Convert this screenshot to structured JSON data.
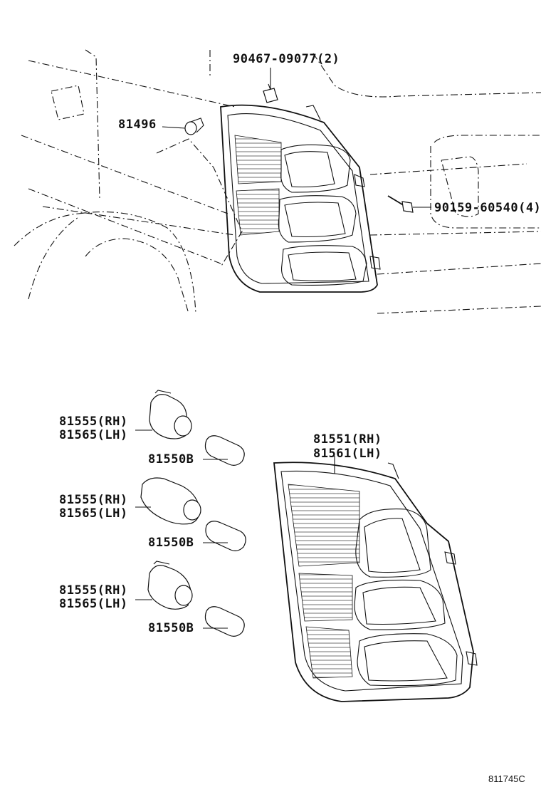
{
  "labels": {
    "clip_top": "90467-09077(2)",
    "grommet": "81496",
    "screw": "90159-60540(4)",
    "lamp_assy_rh": "81551(RH)",
    "lamp_assy_lh": "81561(LH)",
    "socket1_rh": "81555(RH)",
    "socket1_lh": "81565(LH)",
    "bulb1": "81550B",
    "socket2_rh": "81555(RH)",
    "socket2_lh": "81565(LH)",
    "bulb2": "81550B",
    "socket3_rh": "81555(RH)",
    "socket3_lh": "81565(LH)",
    "bulb3": "81550B",
    "drawing_ref": "811745C"
  },
  "colors": {
    "line": "#111111",
    "background": "#ffffff"
  }
}
